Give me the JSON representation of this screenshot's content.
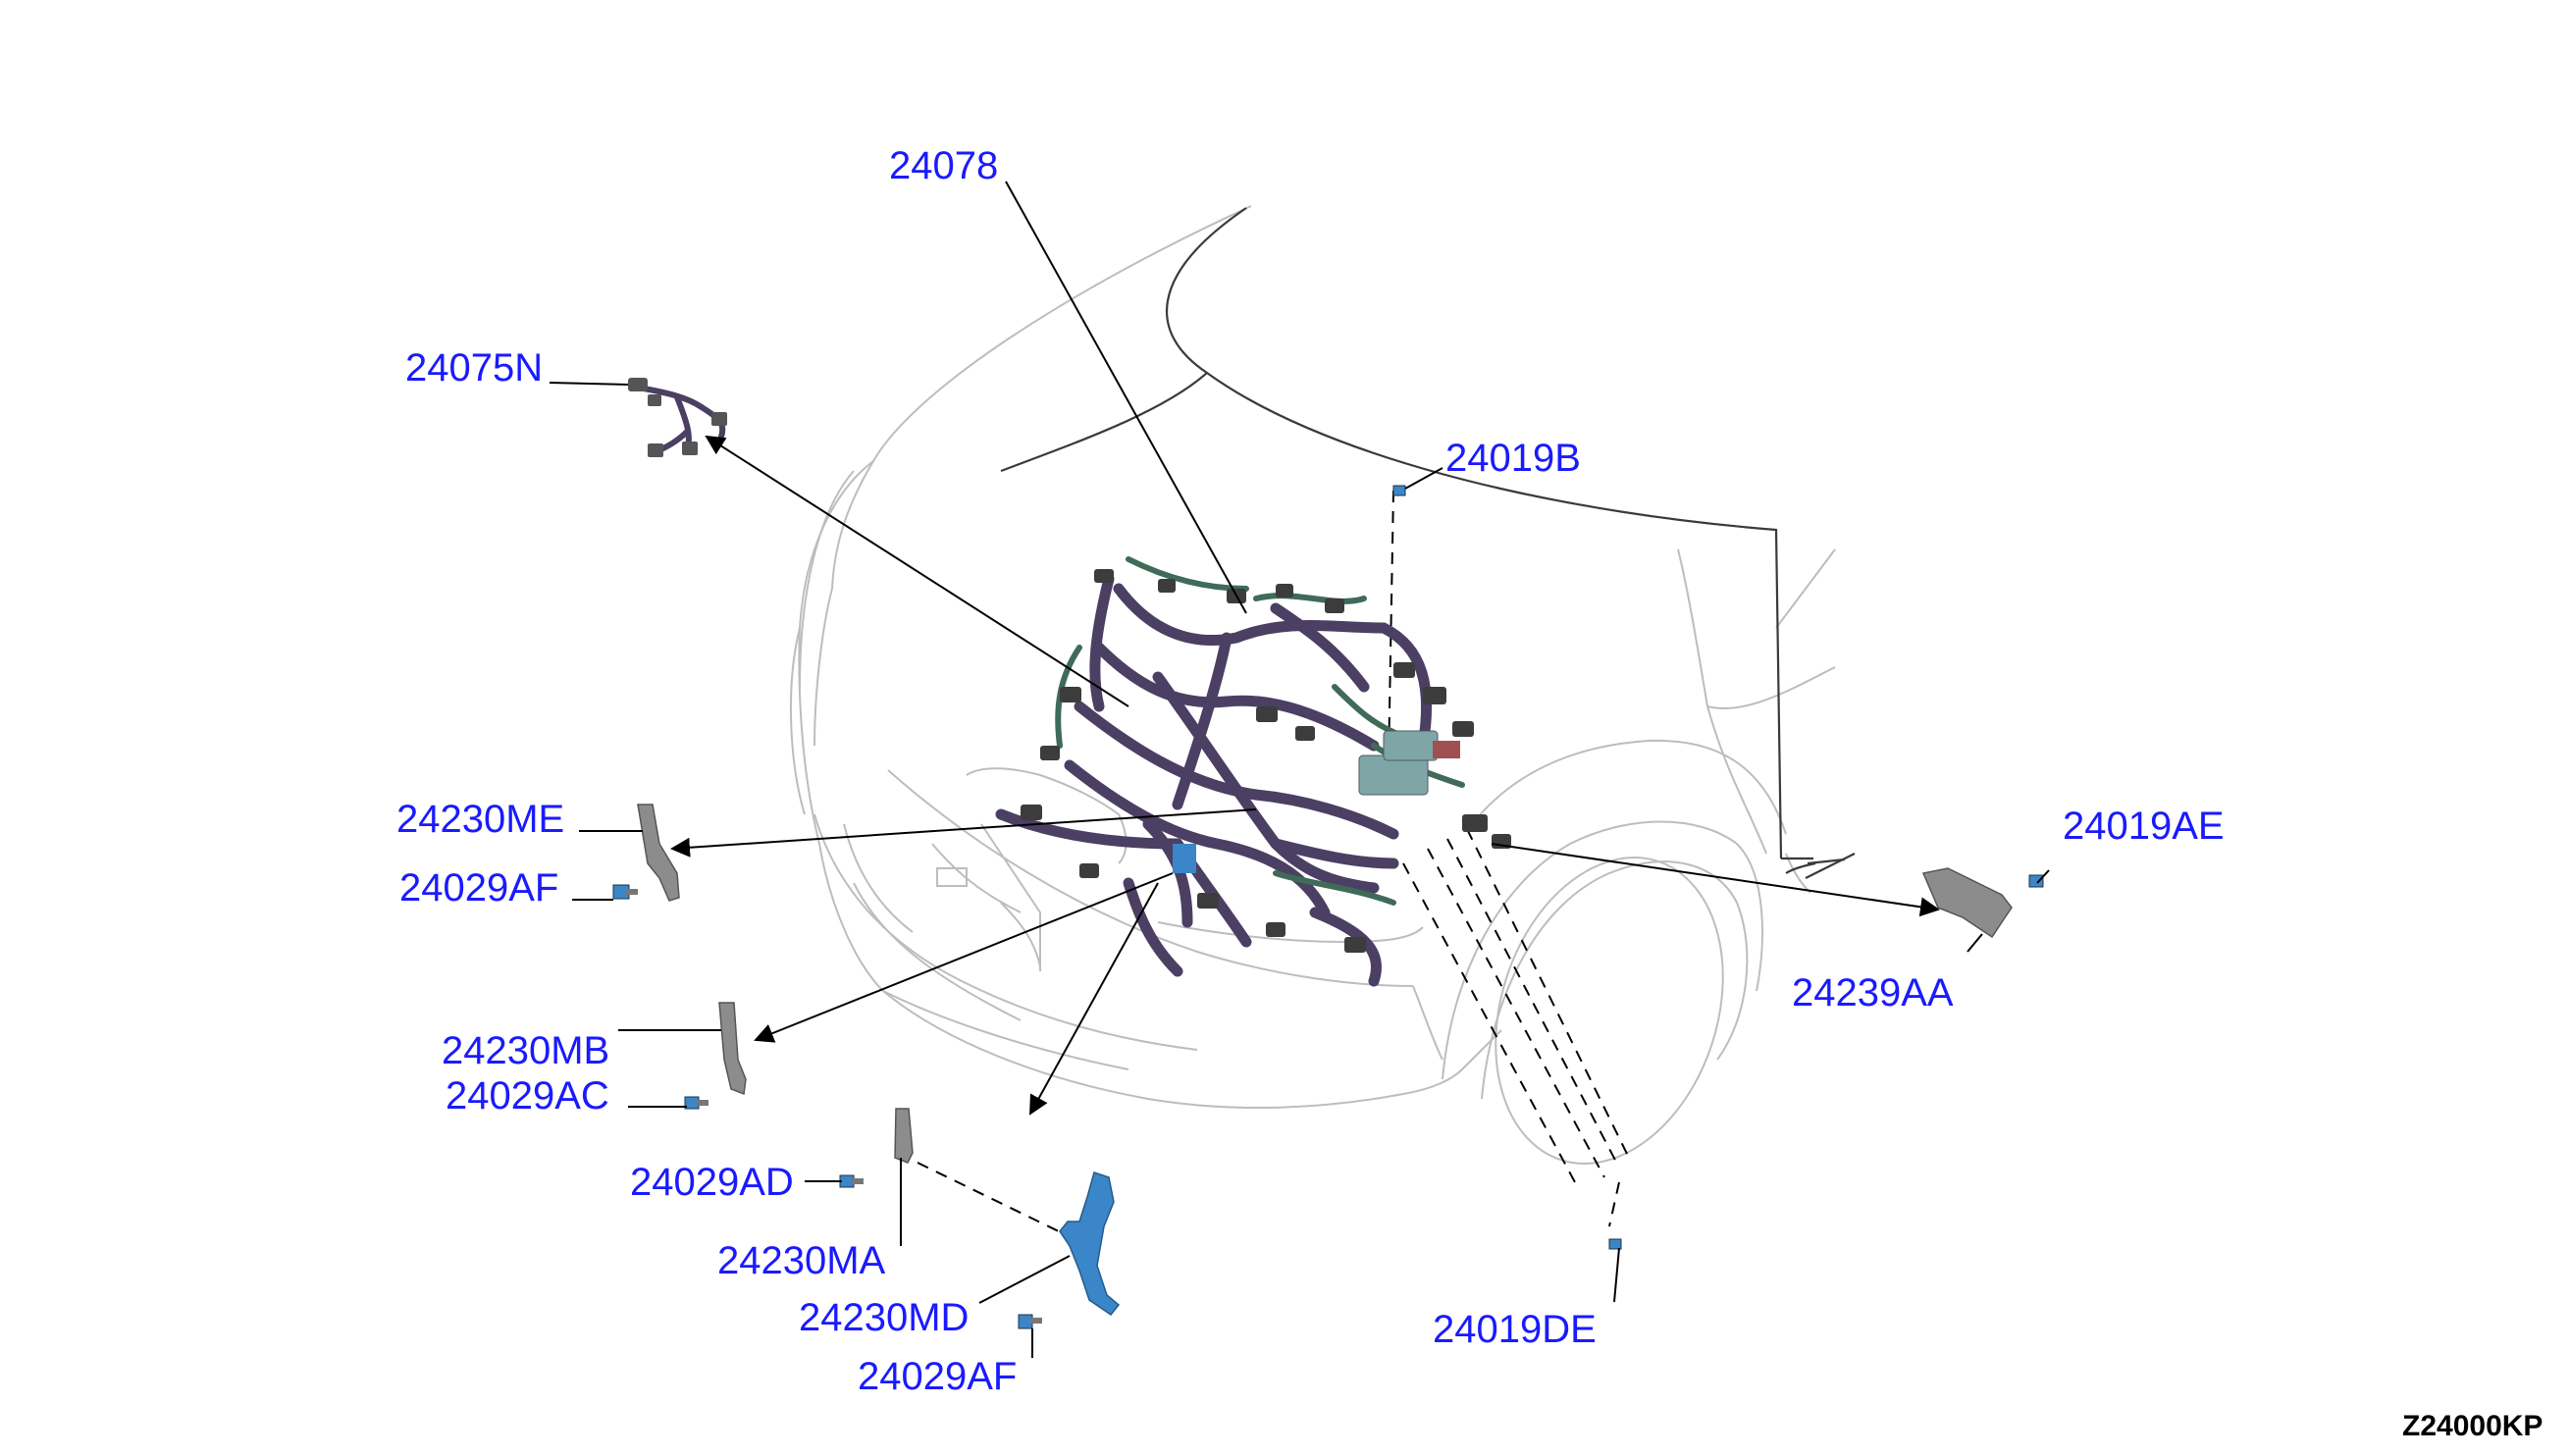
{
  "diagram_code": "Z24000KP",
  "colors": {
    "label": "#1a1aff",
    "harness": "#4b3f63",
    "harness_alt": "#3f6b58",
    "bracket": "#3a86c8",
    "part": "#6c6c6c"
  },
  "parts": [
    {
      "id": "p24078",
      "label": "24078"
    },
    {
      "id": "p24075N",
      "label": "24075N"
    },
    {
      "id": "p24019B",
      "label": "24019B"
    },
    {
      "id": "p24230ME",
      "label": "24230ME"
    },
    {
      "id": "p24029AF_top",
      "label": "24029AF"
    },
    {
      "id": "p24019AE",
      "label": "24019AE"
    },
    {
      "id": "p24239AA",
      "label": "24239AA"
    },
    {
      "id": "p24230MB",
      "label": "24230MB"
    },
    {
      "id": "p24029AC",
      "label": "24029AC"
    },
    {
      "id": "p24029AD",
      "label": "24029AD"
    },
    {
      "id": "p24230MA",
      "label": "24230MA"
    },
    {
      "id": "p24230MD",
      "label": "24230MD"
    },
    {
      "id": "p24029AF_bottom",
      "label": "24029AF"
    },
    {
      "id": "p24019DE",
      "label": "24019DE"
    }
  ]
}
